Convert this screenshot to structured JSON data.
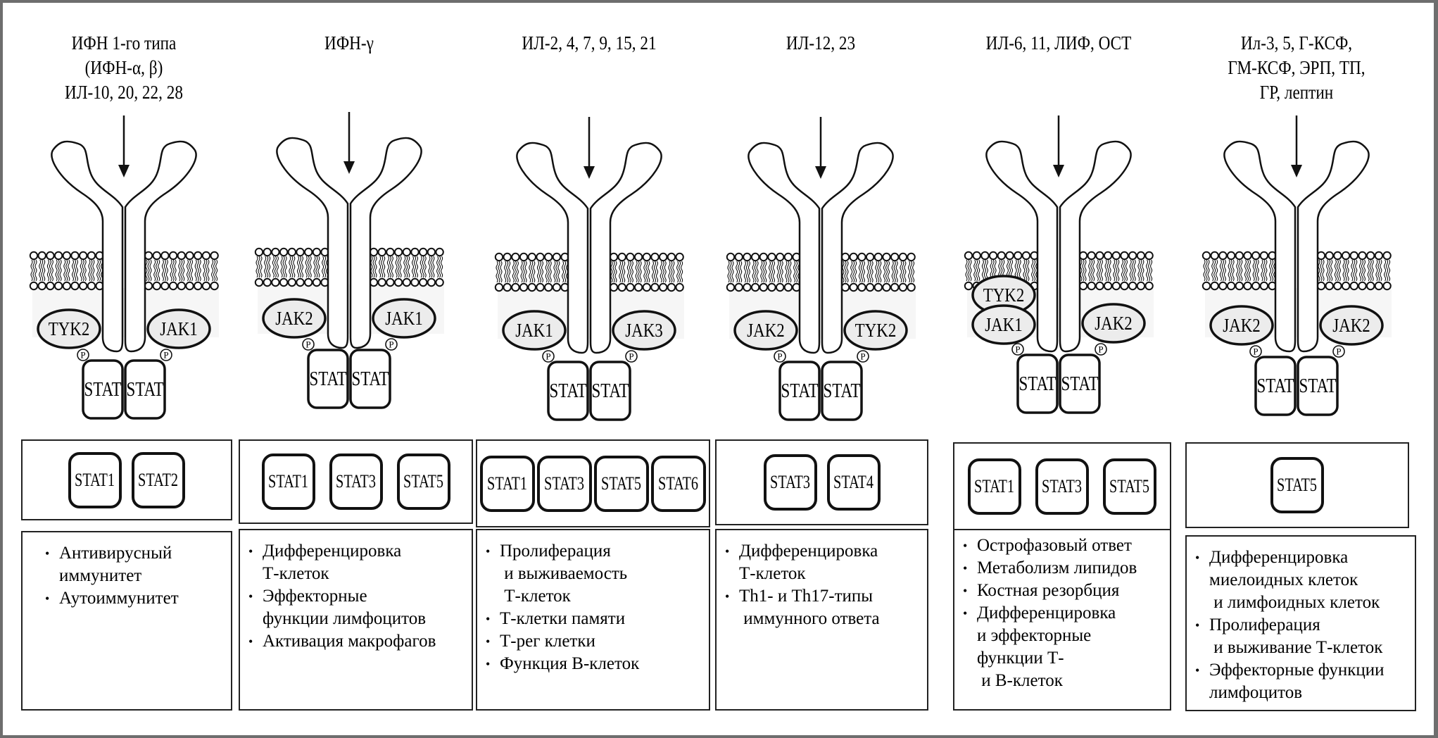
{
  "figure": {
    "title": "JAK-STAT signaling pathways by cytokine receptor family",
    "colors": {
      "frame": "#6e6e6e",
      "background": "#ffffff",
      "kinase_fill": "#ececec",
      "line": "#111111"
    }
  },
  "columns": [
    {
      "ligand": [
        "ИФН 1-го типа",
        "(ИФН-α, β)",
        "ИЛ-10, 20, 22, 28"
      ],
      "kinases_left": [
        "TYK2"
      ],
      "kinases_right": [
        "JAK1"
      ],
      "receptor_stat_label": "STAT",
      "phospho_label": "P",
      "stats": [
        "STAT1",
        "STAT2"
      ],
      "functions": [
        {
          "lines": [
            "Антивирусный",
            "иммунитет"
          ]
        },
        {
          "lines": [
            "Аутоиммунитет"
          ]
        }
      ]
    },
    {
      "ligand": [
        "ИФН-γ"
      ],
      "kinases_left": [
        "JAK2"
      ],
      "kinases_right": [
        "JAK1"
      ],
      "receptor_stat_label": "STAT",
      "phospho_label": "P",
      "stats": [
        "STAT1",
        "STAT3",
        "STAT5"
      ],
      "functions": [
        {
          "lines": [
            "Дифференцировка",
            "Т-клеток"
          ]
        },
        {
          "lines": [
            "Эффекторные",
            "функции лимфоцитов"
          ]
        },
        {
          "lines": [
            "Активация макрофагов"
          ]
        }
      ]
    },
    {
      "ligand": [
        "ИЛ-2, 4, 7, 9, 15, 21"
      ],
      "kinases_left": [
        "JAK1"
      ],
      "kinases_right": [
        "JAK3"
      ],
      "receptor_stat_label": "STAT",
      "phospho_label": "P",
      "stats": [
        "STAT1",
        "STAT3",
        "STAT5",
        "STAT6"
      ],
      "functions": [
        {
          "lines": [
            "Пролиферация",
            " и выживаемость",
            " Т-клеток"
          ]
        },
        {
          "lines": [
            "Т-клетки памяти"
          ]
        },
        {
          "lines": [
            "Т-рег клетки"
          ]
        },
        {
          "lines": [
            "Функция В-клеток"
          ]
        }
      ]
    },
    {
      "ligand": [
        "ИЛ-12, 23"
      ],
      "kinases_left": [
        "JAK2"
      ],
      "kinases_right": [
        "TYK2"
      ],
      "receptor_stat_label": "STAT",
      "phospho_label": "P",
      "stats": [
        "STAT3",
        "STAT4"
      ],
      "functions": [
        {
          "lines": [
            "Дифференцировка",
            "Т-клеток"
          ]
        },
        {
          "lines": [
            "Th1- и Th17-типы",
            " иммунного ответа"
          ]
        }
      ]
    },
    {
      "ligand": [
        "ИЛ-6, 11, ЛИФ, ОСТ"
      ],
      "kinases_left": [
        "TYK2",
        "JAK1"
      ],
      "kinases_right": [
        "JAK2"
      ],
      "receptor_stat_label": "STAT",
      "phospho_label": "P",
      "stats": [
        "STAT1",
        "STAT3",
        "STAT5"
      ],
      "functions": [
        {
          "lines": [
            "Острофазовый ответ"
          ]
        },
        {
          "lines": [
            "Метаболизм липидов"
          ]
        },
        {
          "lines": [
            "Костная резорбция"
          ]
        },
        {
          "lines": [
            "Дифференцировка",
            "и эффекторные",
            "функции Т-",
            " и В-клеток"
          ]
        }
      ]
    },
    {
      "ligand": [
        "Ил-3, 5, Г-КСФ,",
        "ГМ-КСФ, ЭРП, ТП,",
        "ГР, лептин"
      ],
      "kinases_left": [
        "JAK2"
      ],
      "kinases_right": [
        "JAK2"
      ],
      "receptor_stat_label": "STAT",
      "phospho_label": "P",
      "stats": [
        "STAT5"
      ],
      "functions": [
        {
          "lines": [
            "Дифференцировка",
            "миелоидных клеток",
            " и лимфоидных клеток"
          ]
        },
        {
          "lines": [
            "Пролиферация",
            " и выживание Т-клеток"
          ]
        },
        {
          "lines": [
            "Эффекторные функции",
            "лимфоцитов"
          ]
        }
      ]
    }
  ]
}
